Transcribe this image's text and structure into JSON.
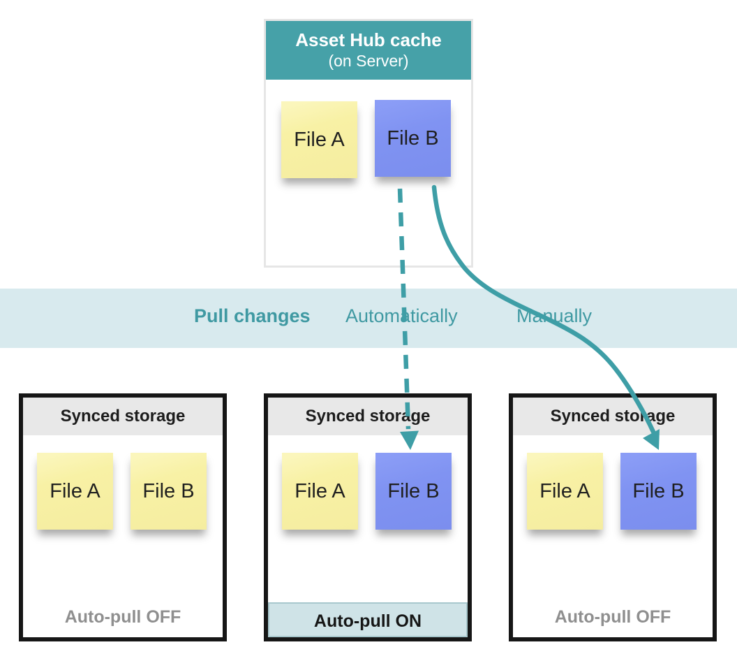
{
  "colors": {
    "teal_header": "#46a1a8",
    "teal_text": "#3f99a2",
    "arrow_teal": "#3e9ea6",
    "band_bg": "#d8eaee",
    "footer_on_bg": "#cfe3e7",
    "header_gray": "#e8e8e8",
    "note_yellow": "#f8f1a5",
    "note_blue": "#8093f2",
    "muted_text": "#8f8f8f",
    "box_border": "#161616"
  },
  "cache": {
    "title": "Asset Hub cache",
    "subtitle": "(on Server)",
    "files": [
      {
        "label": "File A",
        "color": "#f8f1a5"
      },
      {
        "label": "File B",
        "color": "#8093f2"
      }
    ]
  },
  "pull_band": {
    "title": "Pull changes",
    "automatic_label": "Automatically",
    "manual_label": "Manually"
  },
  "storages": [
    {
      "title": "Synced storage",
      "files": [
        {
          "label": "File A",
          "color": "#f8f1a5"
        },
        {
          "label": "File B",
          "color": "#f8f1a5"
        }
      ],
      "footer": "Auto-pull OFF"
    },
    {
      "title": "Synced storage",
      "files": [
        {
          "label": "File A",
          "color": "#f8f1a5"
        },
        {
          "label": "File B",
          "color": "#8093f2"
        }
      ],
      "footer": "Auto-pull ON"
    },
    {
      "title": "Synced storage",
      "files": [
        {
          "label": "File A",
          "color": "#f8f1a5"
        },
        {
          "label": "File B",
          "color": "#8093f2"
        }
      ],
      "footer": "Auto-pull OFF"
    }
  ],
  "arrows": {
    "automatic": {
      "style": "dashed",
      "color": "#3e9ea6"
    },
    "manual": {
      "style": "solid",
      "color": "#3e9ea6"
    }
  }
}
